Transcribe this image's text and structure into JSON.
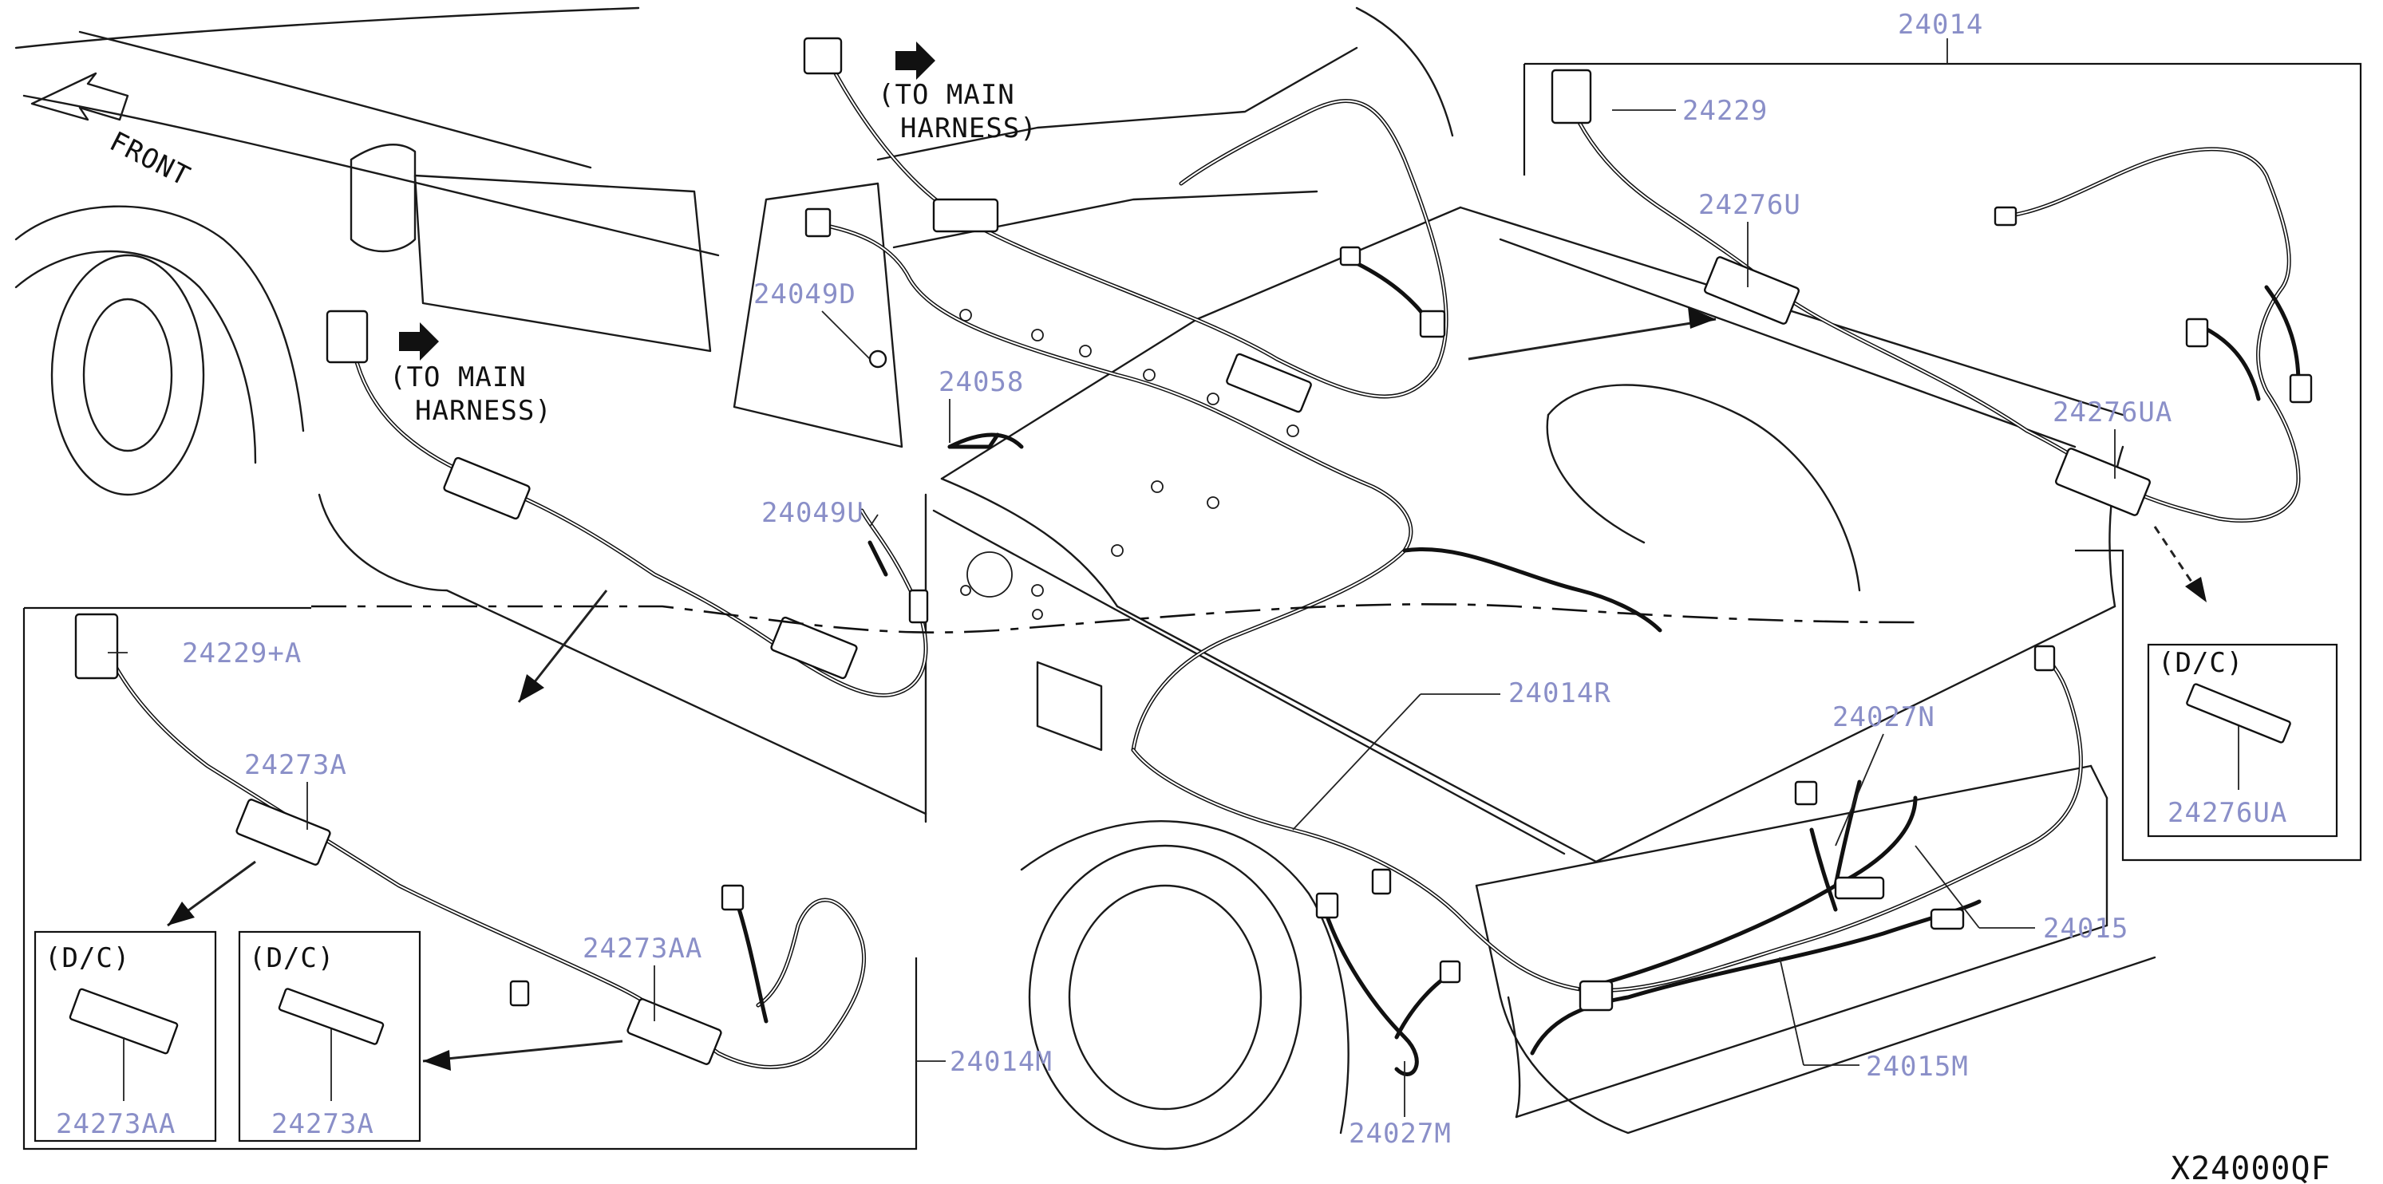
{
  "diagram_code": "X24000QF",
  "front_indicator": "FRONT",
  "to_main_harness_upper": [
    "(TO MAIN",
    "HARNESS)"
  ],
  "to_main_harness_left": [
    "(TO MAIN",
    "HARNESS)"
  ],
  "dc_label": "(D/C)",
  "parts": {
    "p24014": "24014",
    "p24229": "24229",
    "p24276U": "24276U",
    "p24276UA": "24276UA",
    "p24276UA_dc": "24276UA",
    "p24049D": "24049D",
    "p24058": "24058",
    "p24049U": "24049U",
    "p24229A": "24229+A",
    "p24273A": "24273A",
    "p24273AA": "24273AA",
    "p24273AA_dc": "24273AA",
    "p24273A_dc": "24273A",
    "p24014M": "24014M",
    "p24014R": "24014R",
    "p24027N": "24027N",
    "p24015": "24015",
    "p24015M": "24015M",
    "p24027M": "24027M"
  },
  "colors": {
    "label": "#8a8fc8",
    "line": "#111111",
    "background": "#ffffff"
  }
}
